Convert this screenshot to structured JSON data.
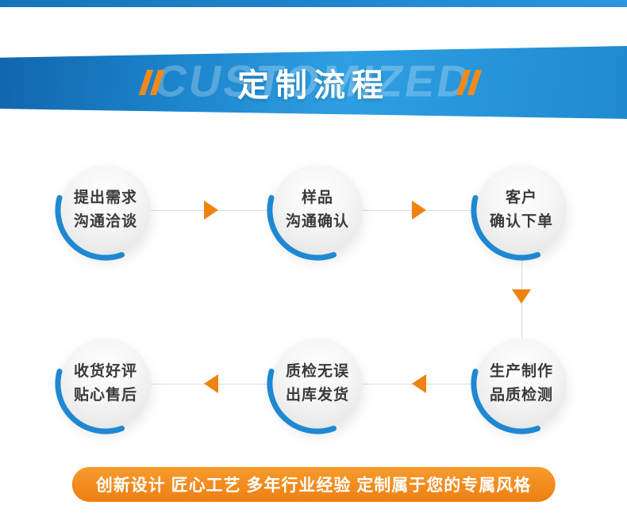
{
  "banner": {
    "watermark": "CUSTOMIZED",
    "title": "定制流程"
  },
  "flow": {
    "nodes": [
      {
        "line1": "提出需求",
        "line2": "沟通洽谈"
      },
      {
        "line1": "样品",
        "line2": "沟通确认"
      },
      {
        "line1": "客户",
        "line2": "确认下单"
      },
      {
        "line1": "生产制作",
        "line2": "品质检测"
      },
      {
        "line1": "质检无误",
        "line2": "出库发货"
      },
      {
        "line1": "收货好评",
        "line2": "贴心售后"
      }
    ]
  },
  "footer": {
    "slogan": "创新设计 匠心工艺 多年行业经验 定制属于您的专属风格"
  },
  "colors": {
    "banner_blue": "#1d86cd",
    "accent_orange": "#f0830f",
    "arc_blue": "#1e88d2",
    "connector_gray": "#dcdcdc"
  }
}
